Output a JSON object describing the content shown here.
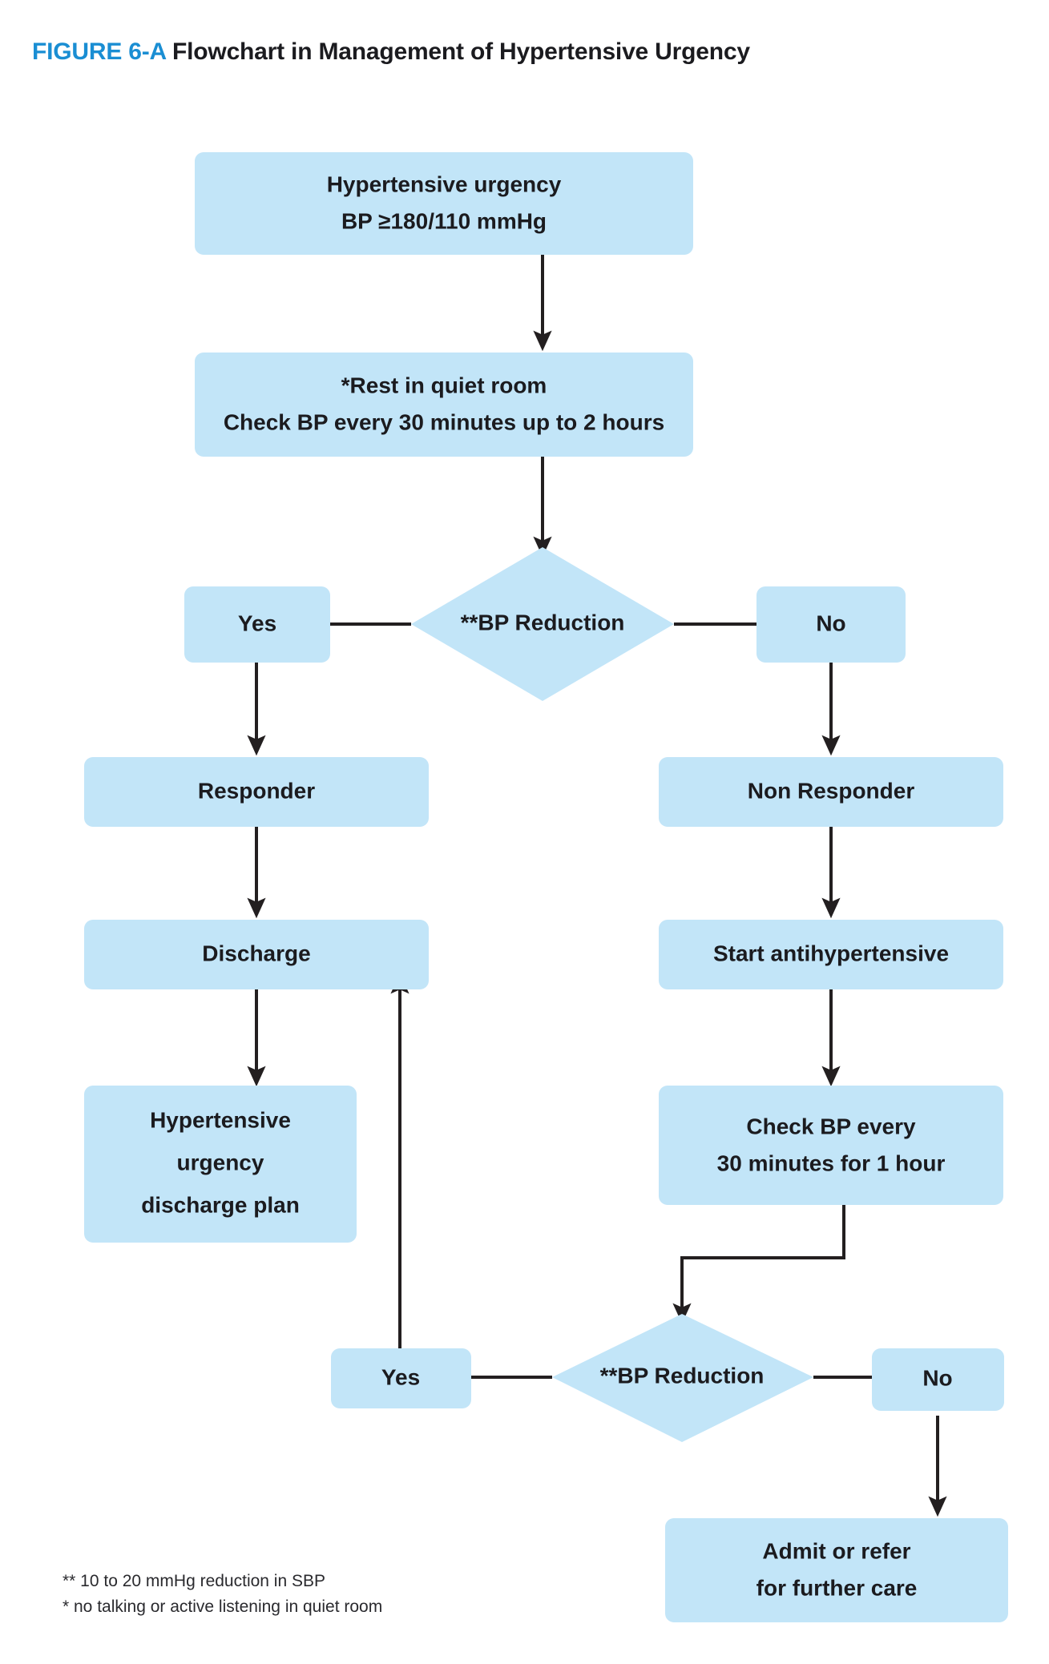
{
  "figure": {
    "label": "FIGURE 6-A",
    "title": "Flowchart in Management of Hypertensive Urgency"
  },
  "colors": {
    "node_fill": "#c2e5f8",
    "accent": "#1a8ed3",
    "connector": "#231f20",
    "text": "#1b1b1f",
    "background": "#ffffff"
  },
  "nodes": {
    "start": {
      "type": "process",
      "line1": "Hypertensive urgency",
      "line2": "BP ≥180/110 mmHg"
    },
    "rest": {
      "type": "process",
      "line1": "*Rest in quiet room",
      "line2": "Check BP every 30 minutes up to 2 hours"
    },
    "decision1": {
      "type": "decision",
      "label": "**BP Reduction"
    },
    "decision1_yes": {
      "type": "process",
      "label": "Yes"
    },
    "decision1_no": {
      "type": "process",
      "label": "No"
    },
    "responder": {
      "type": "process",
      "label": "Responder"
    },
    "non_responder": {
      "type": "process",
      "label": "Non Responder"
    },
    "discharge": {
      "type": "process",
      "label": "Discharge"
    },
    "start_antihypertensive": {
      "type": "process",
      "label": "Start antihypertensive"
    },
    "discharge_plan": {
      "type": "process",
      "line1": "Hypertensive",
      "line2": "urgency",
      "line3": "discharge plan"
    },
    "check_bp": {
      "type": "process",
      "line1": "Check BP every",
      "line2": "30 minutes for 1 hour"
    },
    "decision2": {
      "type": "decision",
      "label": "**BP Reduction"
    },
    "decision2_yes": {
      "type": "process",
      "label": "Yes"
    },
    "decision2_no": {
      "type": "process",
      "label": "No"
    },
    "admit": {
      "type": "process",
      "line1": "Admit or refer",
      "line2": "for further care"
    }
  },
  "footnotes": {
    "double_asterisk": "** 10 to 20 mmHg reduction in SBP",
    "single_asterisk": "* no talking or active listening in quiet room"
  }
}
